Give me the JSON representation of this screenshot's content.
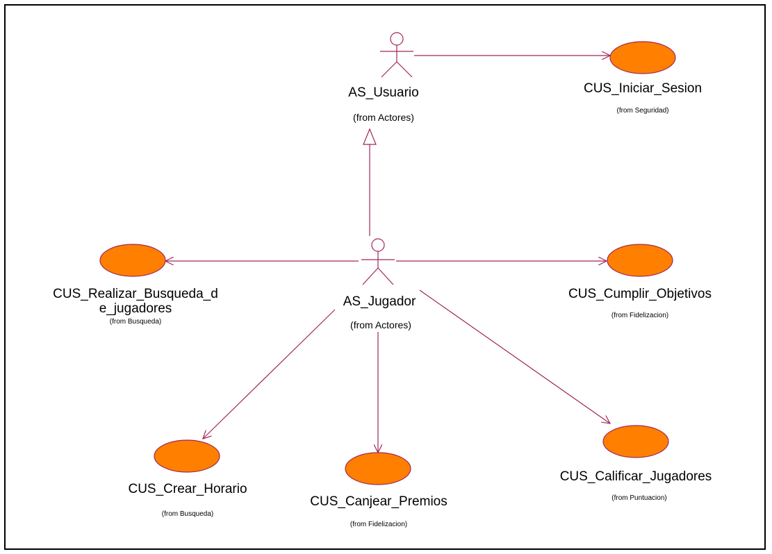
{
  "colors": {
    "line": "#a0265a",
    "usecase_fill": "#ff7f00",
    "usecase_stroke": "#a0265a"
  },
  "actors": {
    "usuario": {
      "name": "AS_Usuario",
      "pkg": "(from Actores)"
    },
    "jugador": {
      "name": "AS_Jugador",
      "pkg": "(from Actores)"
    }
  },
  "usecases": {
    "iniciar": {
      "name": "CUS_Iniciar_Sesion",
      "pkg": "(from Seguridad)"
    },
    "busqueda": {
      "name_line1": "CUS_Realizar_Busqueda_d",
      "name_line2": "e_jugadores",
      "pkg": "(from Busqueda)"
    },
    "cumplir": {
      "name": "CUS_Cumplir_Objetivos",
      "pkg": "(from Fidelizacion)"
    },
    "horario": {
      "name": "CUS_Crear_Horario",
      "pkg": "(from Busqueda)"
    },
    "canjear": {
      "name": "CUS_Canjear_Premios",
      "pkg": "(from Fidelizacion)"
    },
    "calificar": {
      "name": "CUS_Calificar_Jugadores",
      "pkg": "(from Puntuacion)"
    }
  }
}
